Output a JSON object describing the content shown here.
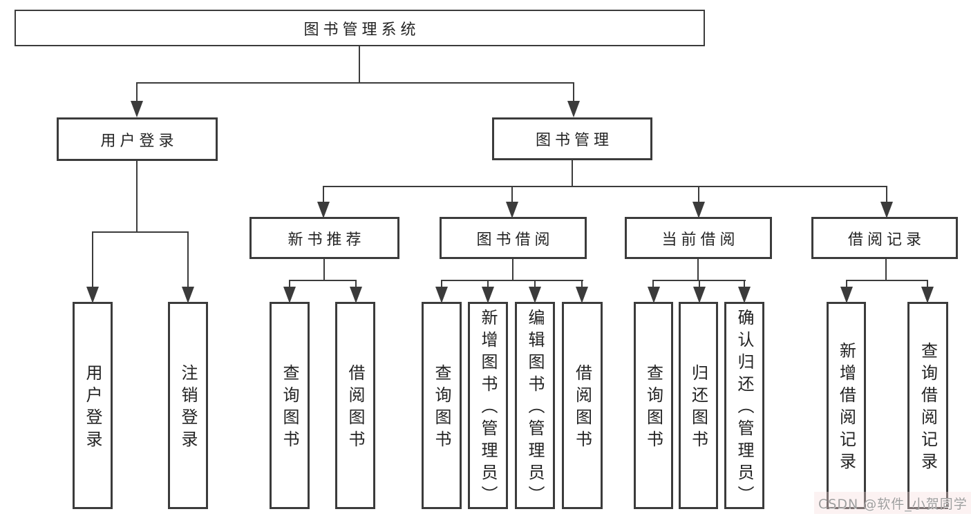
{
  "diagram": {
    "title": "图书管理系统",
    "watermark": "CSDN @软件_小贺同学",
    "colors": {
      "line": "#3b3b3b",
      "text": "#232323",
      "background": "#ffffff",
      "watermark": "#9e9e9e"
    },
    "nodes": [
      {
        "id": "root",
        "label": "图书管理系统",
        "level": 1,
        "parent": null
      },
      {
        "id": "login-group",
        "label": "用户登录",
        "level": 2,
        "parent": "root"
      },
      {
        "id": "book-mgmt",
        "label": "图书管理",
        "level": 2,
        "parent": "root"
      },
      {
        "id": "new-book-rec",
        "label": "新书推荐",
        "level": 3,
        "parent": "book-mgmt"
      },
      {
        "id": "book-borrow",
        "label": "图书借阅",
        "level": 3,
        "parent": "book-mgmt"
      },
      {
        "id": "current-borrow",
        "label": "当前借阅",
        "level": 3,
        "parent": "book-mgmt"
      },
      {
        "id": "borrow-records",
        "label": "借阅记录",
        "level": 3,
        "parent": "book-mgmt"
      },
      {
        "id": "leaf-user-login",
        "label": "用户登录",
        "level": 4,
        "parent": "login-group"
      },
      {
        "id": "leaf-logout",
        "label": "注销登录",
        "level": 4,
        "parent": "login-group"
      },
      {
        "id": "leaf-nb-query",
        "label": "查询图书",
        "level": 4,
        "parent": "new-book-rec"
      },
      {
        "id": "leaf-nb-borrow",
        "label": "借阅图书",
        "level": 4,
        "parent": "new-book-rec"
      },
      {
        "id": "leaf-bb-query",
        "label": "查询图书",
        "level": 4,
        "parent": "book-borrow"
      },
      {
        "id": "leaf-bb-add",
        "label": "新增图书（管理员）",
        "level": 4,
        "parent": "book-borrow"
      },
      {
        "id": "leaf-bb-edit",
        "label": "编辑图书（管理员）",
        "level": 4,
        "parent": "book-borrow"
      },
      {
        "id": "leaf-bb-borrow",
        "label": "借阅图书",
        "level": 4,
        "parent": "book-borrow"
      },
      {
        "id": "leaf-cb-query",
        "label": "查询图书",
        "level": 4,
        "parent": "current-borrow"
      },
      {
        "id": "leaf-cb-return",
        "label": "归还图书",
        "level": 4,
        "parent": "current-borrow"
      },
      {
        "id": "leaf-cb-confirm",
        "label": "确认归还（管理员）",
        "level": 4,
        "parent": "current-borrow"
      },
      {
        "id": "leaf-br-add",
        "label": "新增借阅记录",
        "level": 4,
        "parent": "borrow-records"
      },
      {
        "id": "leaf-br-query",
        "label": "查询借阅记录",
        "level": 4,
        "parent": "borrow-records"
      }
    ]
  }
}
